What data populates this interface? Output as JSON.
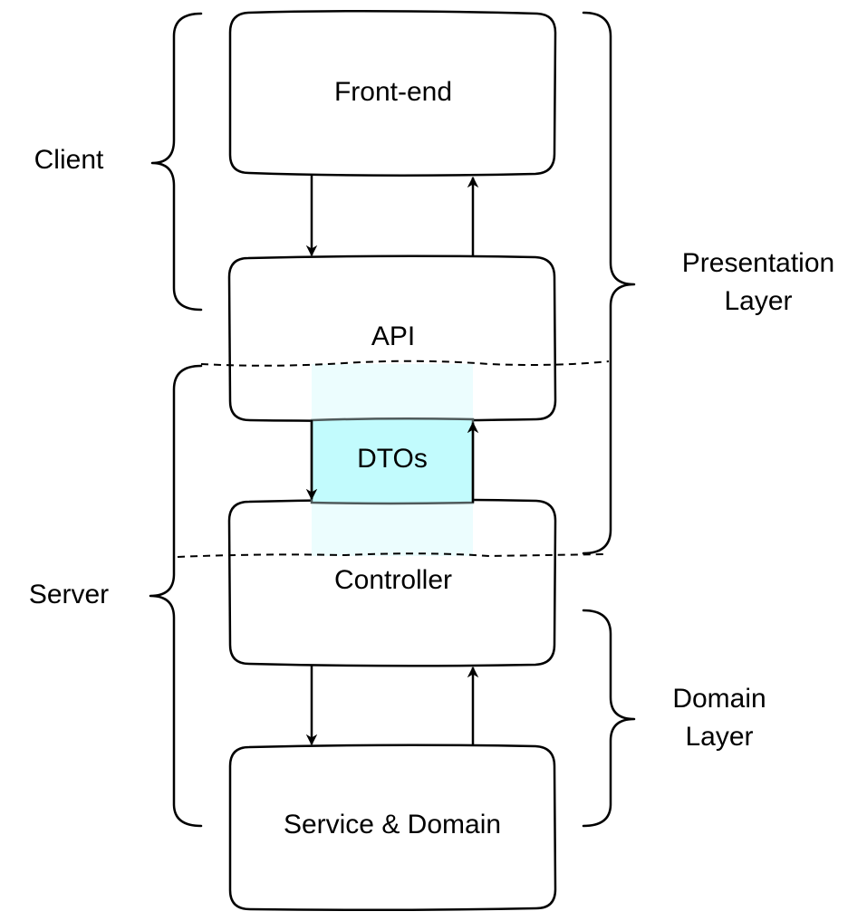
{
  "boxes": {
    "frontend": "Front-end",
    "api": "API",
    "dtos": "DTOs",
    "controller": "Controller",
    "service": "Service & Domain"
  },
  "labels": {
    "client": "Client",
    "server": "Server",
    "presentation_line1": "Presentation",
    "presentation_line2": "Layer",
    "domain_line1": "Domain",
    "domain_line2": "Layer"
  },
  "colors": {
    "dto_fill": "#c2fbfd",
    "dto_band": "#ecfdfe",
    "stroke": "#000000"
  }
}
